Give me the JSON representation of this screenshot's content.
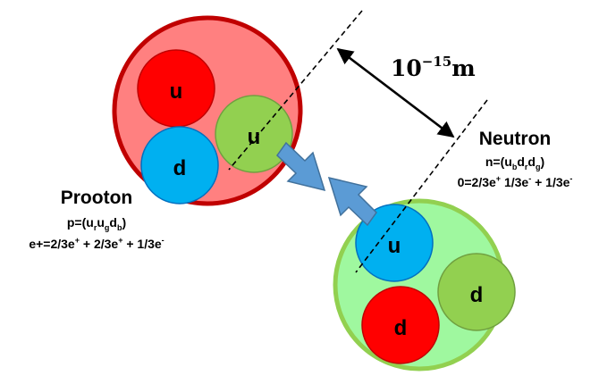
{
  "distance": {
    "base": "10",
    "exponent": "−15",
    "unit": "m"
  },
  "proton": {
    "title": "Prooton",
    "composition": {
      "prefix": "p=(u",
      "s1": "r",
      "mid1": "u",
      "s2": "g",
      "mid2": "d",
      "s3": "b",
      "suffix": ")"
    },
    "charge": {
      "t1": "e+=2/3e",
      "p1": "+",
      "t2": " + 2/3e",
      "p2": "+",
      "t3": " + 1/3e",
      "p3": "-"
    },
    "quarks": [
      "u",
      "d",
      "u"
    ]
  },
  "neutron": {
    "title": "Neutron",
    "composition": {
      "prefix": "n=(u",
      "s1": "b",
      "mid1": "d",
      "s2": "r",
      "mid2": "d",
      "s3": "g",
      "suffix": ")"
    },
    "charge": {
      "t1": "0=2/3e",
      "p1": "+",
      "t2": " 1/3e",
      "p2": "-",
      "t3": " + 1/3e",
      "p3": "-"
    },
    "quarks": [
      "u",
      "d",
      "d"
    ]
  },
  "colors": {
    "proton_fill": "#ff8080",
    "proton_border": "#c00000",
    "neutron_fill": "#9ff89f",
    "neutron_border": "#92d050",
    "red_quark": "#ff0000",
    "blue_quark": "#00b0f0",
    "green_quark": "#92d050",
    "arrow": "#5b9bd5"
  }
}
